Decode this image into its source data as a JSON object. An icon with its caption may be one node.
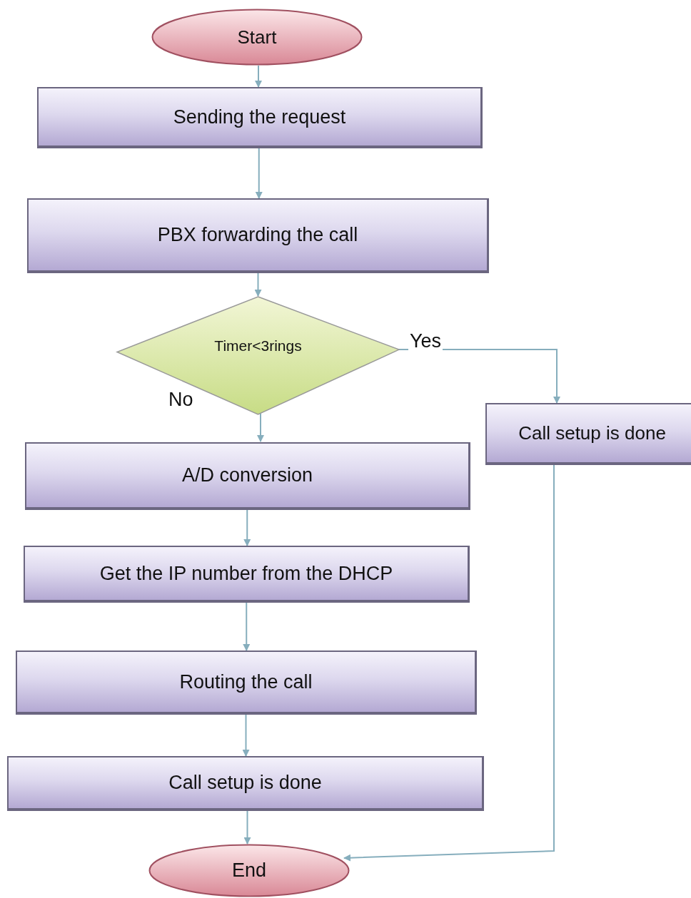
{
  "diagram": {
    "nodes": [
      {
        "text": [
          "Start"
        ]
      },
      {
        "text": [
          "Sending the request"
        ]
      },
      {
        "text": [
          "PBX forwarding the call"
        ]
      },
      {
        "text": [
          "Timer<3rings"
        ]
      },
      {
        "text": [
          "Call setup is done"
        ]
      },
      {
        "text": [
          "A/D conversion"
        ]
      },
      {
        "text": [
          "Get the IP number from the DHCP"
        ]
      },
      {
        "text": [
          "Routing the call"
        ]
      },
      {
        "text": [
          "Call setup is done"
        ]
      },
      {
        "text": [
          "End"
        ]
      }
    ],
    "edges": [
      {
        "from": 0,
        "to": 1,
        "arrow": "to"
      },
      {
        "from": 1,
        "to": 2,
        "arrow": "to"
      },
      {
        "from": 2,
        "to": 3,
        "arrow": "to"
      },
      {
        "from": 3,
        "to": 4,
        "arrow": "to",
        "label": "Yes"
      },
      {
        "from": 3,
        "to": 5,
        "arrow": "to",
        "label": "No"
      },
      {
        "from": 5,
        "to": 6,
        "arrow": "to"
      },
      {
        "from": 6,
        "to": 7,
        "arrow": "to"
      },
      {
        "from": 7,
        "to": 8,
        "arrow": "to"
      },
      {
        "from": 8,
        "to": 9,
        "arrow": "to"
      },
      {
        "from": 4,
        "to": 9,
        "arrow": "to"
      }
    ]
  }
}
